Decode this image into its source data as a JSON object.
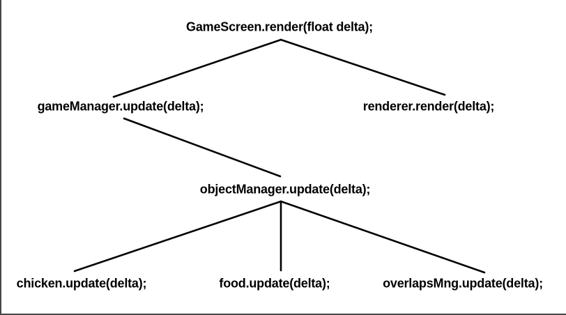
{
  "diagram": {
    "type": "call-tree",
    "nodes": {
      "root": "GameScreen.render(float delta);",
      "game_manager": "gameManager.update(delta);",
      "renderer": "renderer.render(delta);",
      "object_manager": "objectManager.update(delta);",
      "chicken": "chicken.update(delta);",
      "food": "food.update(delta);",
      "overlaps_mng": "overlapsMng.update(delta);"
    },
    "edges": [
      {
        "from": "root",
        "to": "game_manager"
      },
      {
        "from": "root",
        "to": "renderer"
      },
      {
        "from": "game_manager",
        "to": "object_manager"
      },
      {
        "from": "object_manager",
        "to": "chicken"
      },
      {
        "from": "object_manager",
        "to": "food"
      },
      {
        "from": "object_manager",
        "to": "overlaps_mng"
      }
    ],
    "colors": {
      "background": "#ffffff",
      "text": "#000000",
      "line": "#000000",
      "frame_border": "#474747"
    }
  }
}
